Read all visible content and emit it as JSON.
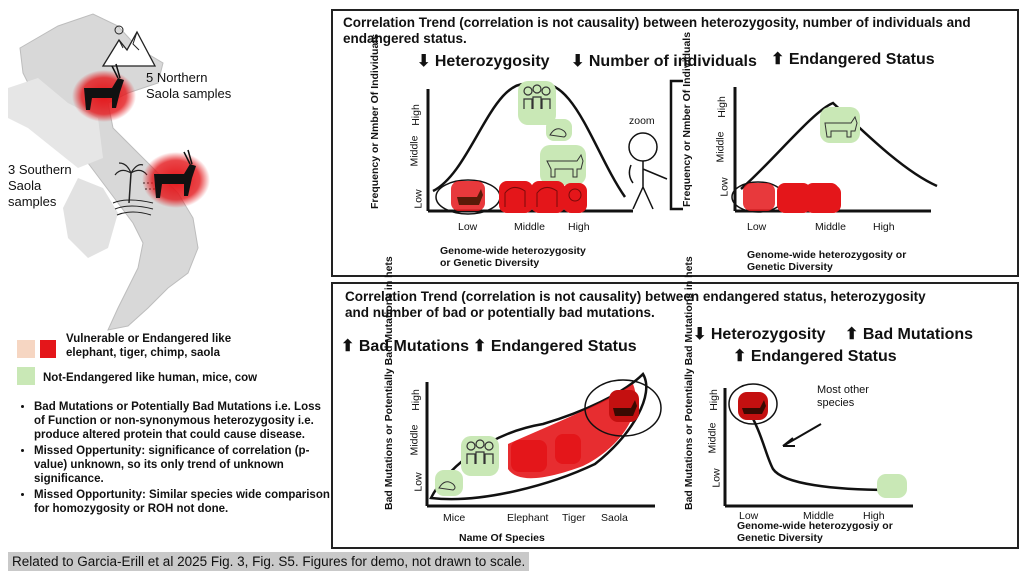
{
  "colors": {
    "endangered_red": "#e4161a",
    "endangered_light": "#f6d6c2",
    "not_endangered_green": "#c9e8b6",
    "footer_bg": "#c9c9c9"
  },
  "map": {
    "north_label": "5 Northern Saola samples",
    "south_label": "3 Southern Saola samples"
  },
  "legend": {
    "endangered": "Vulnerable or Endangered like elephant, tiger, chimp, saola",
    "not_endangered": "Not-Endangered like human, mice, cow"
  },
  "notes": [
    "Bad Mutations or Potentially Bad Mutations i.e. Loss of Function or non-synonymous heterozygosity i.e. produce altered protein that could cause disease.",
    "Missed Oppertunity: significance of correlation (p-value) unknown, so its only trend of unknown significance.",
    "Missed Opportunity: Similar species wide comparison for homozygosity or ROH not done."
  ],
  "top_panel": {
    "title": "Correlation Trend (correlation is not causality) between heterozygosity, number of individuals and endangered status.",
    "arrow_hetero": "Heterozygosity",
    "arrow_individuals": "Number of individuals",
    "arrow_endangered": "Endangered Status",
    "left_chart": {
      "ylabel": "Frequency or Nmber Of Individuals",
      "yticks": [
        "High",
        "Middle",
        "Low"
      ],
      "xticks": [
        "Low",
        "Middle",
        "High"
      ],
      "xlabel": "Genome-wide heterozygosity or Genetic Diversity"
    },
    "zoom_label": "zoom",
    "right_chart": {
      "ylabel": "Frequency or Nmber Of Individuals",
      "yticks": [
        "High",
        "Middle",
        "Low"
      ],
      "xticks": [
        "Low",
        "Middle",
        "High"
      ],
      "xlabel": "Genome-wide heterozygosity or Genetic Diversity"
    }
  },
  "bottom_panel": {
    "title": "Correlation Trend (correlation is not causality) between endangered status, heterozygosity and number of bad or potentially bad mutations.",
    "left_arrows": {
      "bad_mutations": "Bad Mutations",
      "endangered": "Endangered Status"
    },
    "right_arrows": {
      "hetero": "Heterozygosity",
      "bad_mutations": "Bad Mutations",
      "endangered": "Endangered Status"
    },
    "left_chart": {
      "ylabel": "Bad Mutations or Potentially Bad Mutations in hets",
      "yticks": [
        "High",
        "Middle",
        "Low"
      ],
      "xticks": [
        "Mice",
        "Elephant",
        "Tiger",
        "Saola"
      ],
      "xlabel": "Name Of Species"
    },
    "right_chart": {
      "ylabel": "Bad Mutations or Potentially Bad Mutations in hets",
      "yticks": [
        "High",
        "Middle",
        "Low"
      ],
      "xticks": [
        "Low",
        "Middle",
        "High"
      ],
      "xlabel": "Genome-wide heterozygosiy or Genetic Diversity",
      "annotation": "Most other species"
    }
  },
  "footer": "Related to Garcia-Erill et al 2025  Fig. 3, Fig. S5. Figures for demo, not drawn to scale."
}
